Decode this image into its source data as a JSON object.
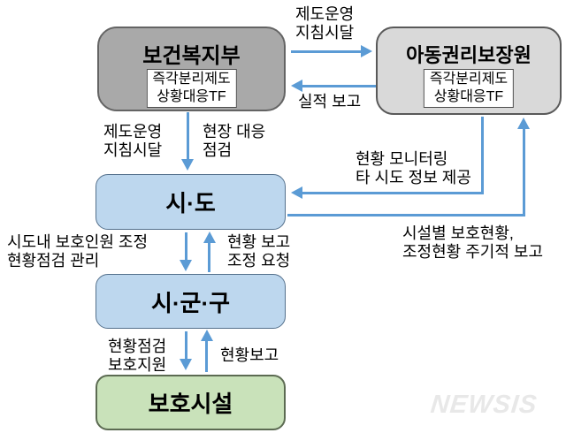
{
  "nodes": {
    "mohw": {
      "title": "보건복지부",
      "tf": "즉각분리제도\n상황대응TF"
    },
    "ncrc": {
      "title": "아동권리보장원",
      "tf": "즉각분리제도\n상황대응TF"
    },
    "sido": {
      "title": "시·도"
    },
    "sigungu": {
      "title": "시·군·구"
    },
    "facility": {
      "title": "보호시설"
    }
  },
  "edge_labels": {
    "top_guideline": "제도운영\n지침시달",
    "top_report": "실적 보고",
    "left_guideline": "제도운영\n지침시달",
    "field_check": "현장 대응\n점검",
    "monitoring": "현황 모니터링\n타 시도 정보 제공",
    "periodic_report": "시설별 보호현황,\n조정현황 주기적 보고",
    "sido_manage": "시도내 보호인원 조정\n현황점검 관리",
    "status_request": "현황 보고\n조정 요청",
    "check_support": "현황점검\n보호지원",
    "status_report": "현황보고"
  },
  "watermark": "NEWSIS",
  "colors": {
    "arrow": "#5b9bd5",
    "mohw_fill": "#a9a9a9",
    "mohw_border": "#646464",
    "ncrc_fill": "#d9d9d9",
    "ncrc_border": "#595959",
    "blue_fill": "#bdd7ee",
    "blue_border": "#54708c",
    "green_fill": "#c9e2ba",
    "green_border": "#5c6b52",
    "text": "#000000",
    "watermark": "#e8e8e8"
  }
}
